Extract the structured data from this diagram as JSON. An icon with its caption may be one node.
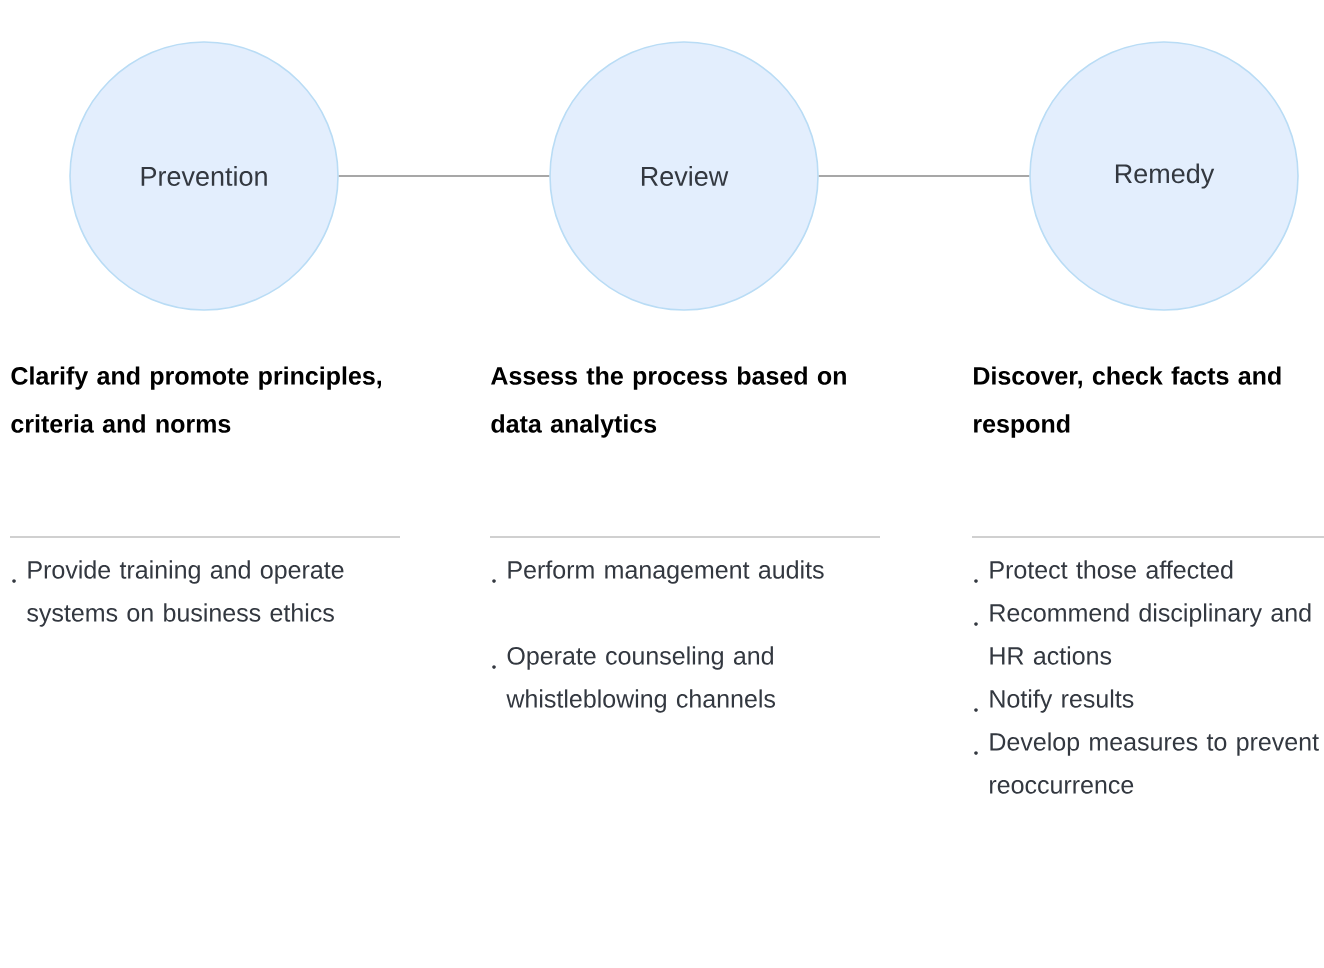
{
  "diagram": {
    "nodes": [
      {
        "text": [
          "Prevention"
        ]
      },
      {
        "text": [
          "Review"
        ]
      },
      {
        "text": [
          "Remedy"
        ]
      }
    ],
    "edges": [
      {
        "from": 0,
        "to": 1,
        "arrow": "none"
      },
      {
        "from": 1,
        "to": 2,
        "arrow": "none"
      }
    ],
    "labels": [
      "Clarify and promote principles, criteria and norms",
      "Assess the process based on data analytics",
      "Discover, check facts and respond",
      "Provide training and operate systems on business ethics",
      "Perform management audits",
      "Operate counseling and whistleblowing channels",
      "Protect those affected",
      "Recommend disciplinary and HR actions",
      "Notify results",
      "Develop measures to prevent reoccurrence"
    ]
  }
}
